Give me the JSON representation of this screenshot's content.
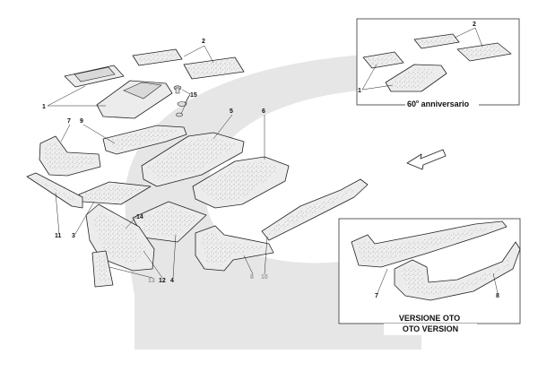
{
  "callouts": {
    "c1": "1",
    "c2": "2",
    "c3": "3",
    "c4": "4",
    "c5": "5",
    "c6": "6",
    "c7": "7",
    "c8": "8",
    "c9": "9",
    "c10": "10",
    "c11": "11",
    "c12": "12",
    "c13": "13",
    "c14": "14",
    "c15": "15"
  },
  "inset_anniversary": {
    "caption_prefix": "60",
    "caption_degree": "o",
    "caption_suffix": " anniversario",
    "c1": "1",
    "c2": "2"
  },
  "inset_oto": {
    "caption_line1": "VERSIONE OTO",
    "caption_line2": "OTO VERSION",
    "c7": "7",
    "c8": "8"
  },
  "colors": {
    "watermark": "#e6e6e6",
    "line": "#222222"
  }
}
